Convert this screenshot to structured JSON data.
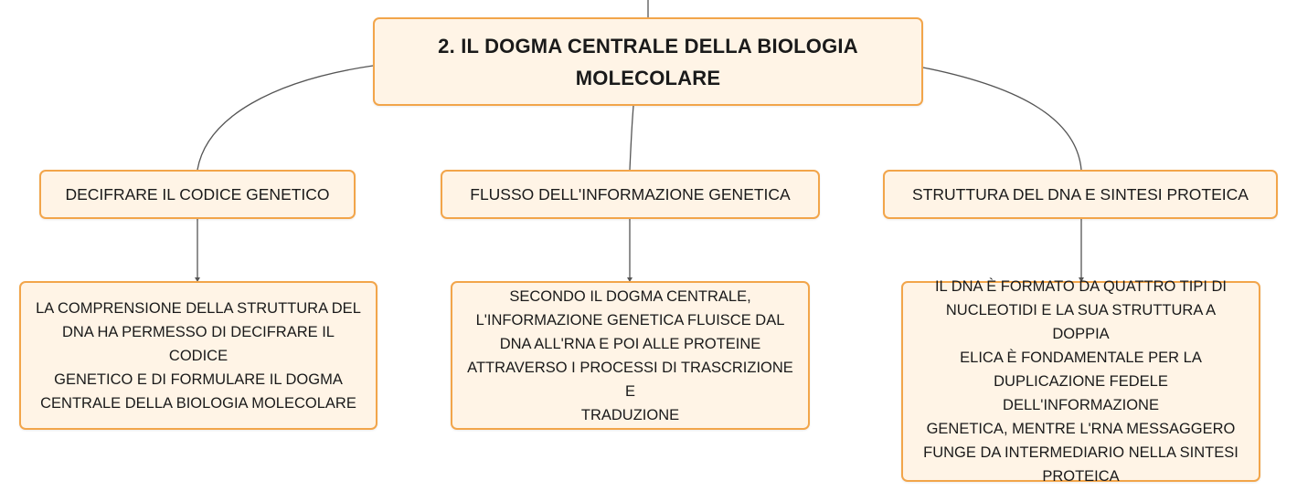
{
  "root": {
    "line1": "2. IL DOGMA CENTRALE DELLA BIOLOGIA",
    "line2": "MOLECOLARE"
  },
  "topics": [
    {
      "label": "DECIFRARE IL CODICE GENETICO",
      "detail": [
        "LA COMPRENSIONE DELLA STRUTTURA DEL",
        "DNA HA PERMESSO DI DECIFRARE IL CODICE",
        "GENETICO E DI FORMULARE IL DOGMA",
        "CENTRALE DELLA BIOLOGIA MOLECOLARE"
      ]
    },
    {
      "label": "FLUSSO DELL'INFORMAZIONE GENETICA",
      "detail": [
        "SECONDO IL DOGMA CENTRALE,",
        "L'INFORMAZIONE GENETICA FLUISCE DAL",
        "DNA ALL'RNA E POI ALLE PROTEINE",
        "ATTRAVERSO I PROCESSI DI TRASCRIZIONE E",
        "TRADUZIONE"
      ]
    },
    {
      "label": "STRUTTURA DEL DNA E SINTESI PROTEICA",
      "detail": [
        "IL DNA È FORMATO DA QUATTRO TIPI DI",
        "NUCLEOTIDI E LA SUA STRUTTURA A DOPPIA",
        "ELICA È FONDAMENTALE PER LA",
        "DUPLICAZIONE FEDELE DELL'INFORMAZIONE",
        "GENETICA, MENTRE L'RNA MESSAGGERO",
        "FUNGE DA INTERMEDIARIO NELLA SINTESI",
        "PROTEICA"
      ]
    }
  ],
  "colors": {
    "node_fill": "#fff4e6",
    "node_border": "#f2a54a",
    "connector": "#555555"
  }
}
